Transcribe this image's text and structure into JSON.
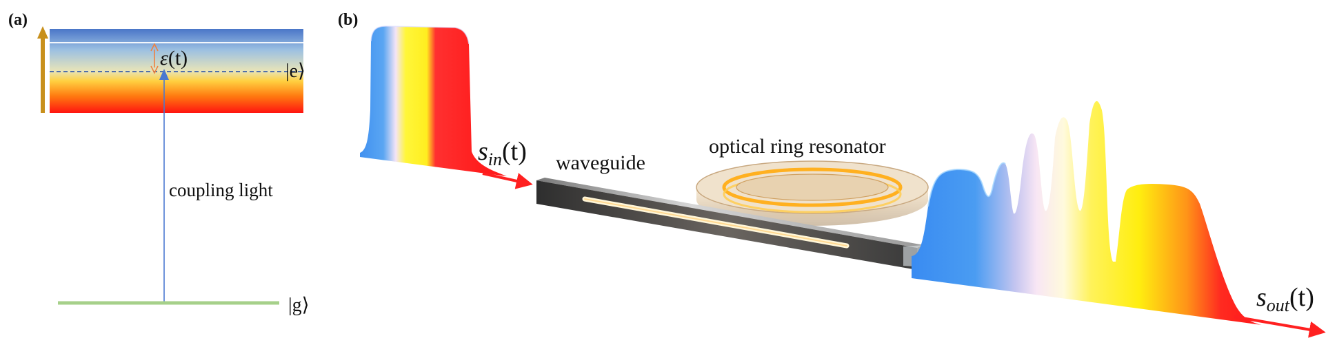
{
  "panel_a": {
    "label": "(a)",
    "epsilon_symbol": "ε",
    "epsilon_arg": "(t)",
    "excited_state": "|e⟩",
    "ground_state": "|g⟩",
    "coupling_label": "coupling light"
  },
  "panel_b": {
    "label": "(b)",
    "input_symbol": "s",
    "input_sub": "in",
    "input_arg": "(t)",
    "waveguide_label": "waveguide",
    "resonator_label": "optical ring resonator",
    "output_symbol": "s",
    "output_sub": "out",
    "output_arg": "(t)"
  },
  "colors": {
    "blue": "#4a9bf0",
    "yellow": "#ffee20",
    "red": "#ff2020",
    "ground_line": "#a6d08a",
    "coupling_arrow": "#4a78d0",
    "epsilon_arrow": "#ee8040",
    "energy_arrow": "#c8901c",
    "ring_glow": "#ffb020"
  }
}
